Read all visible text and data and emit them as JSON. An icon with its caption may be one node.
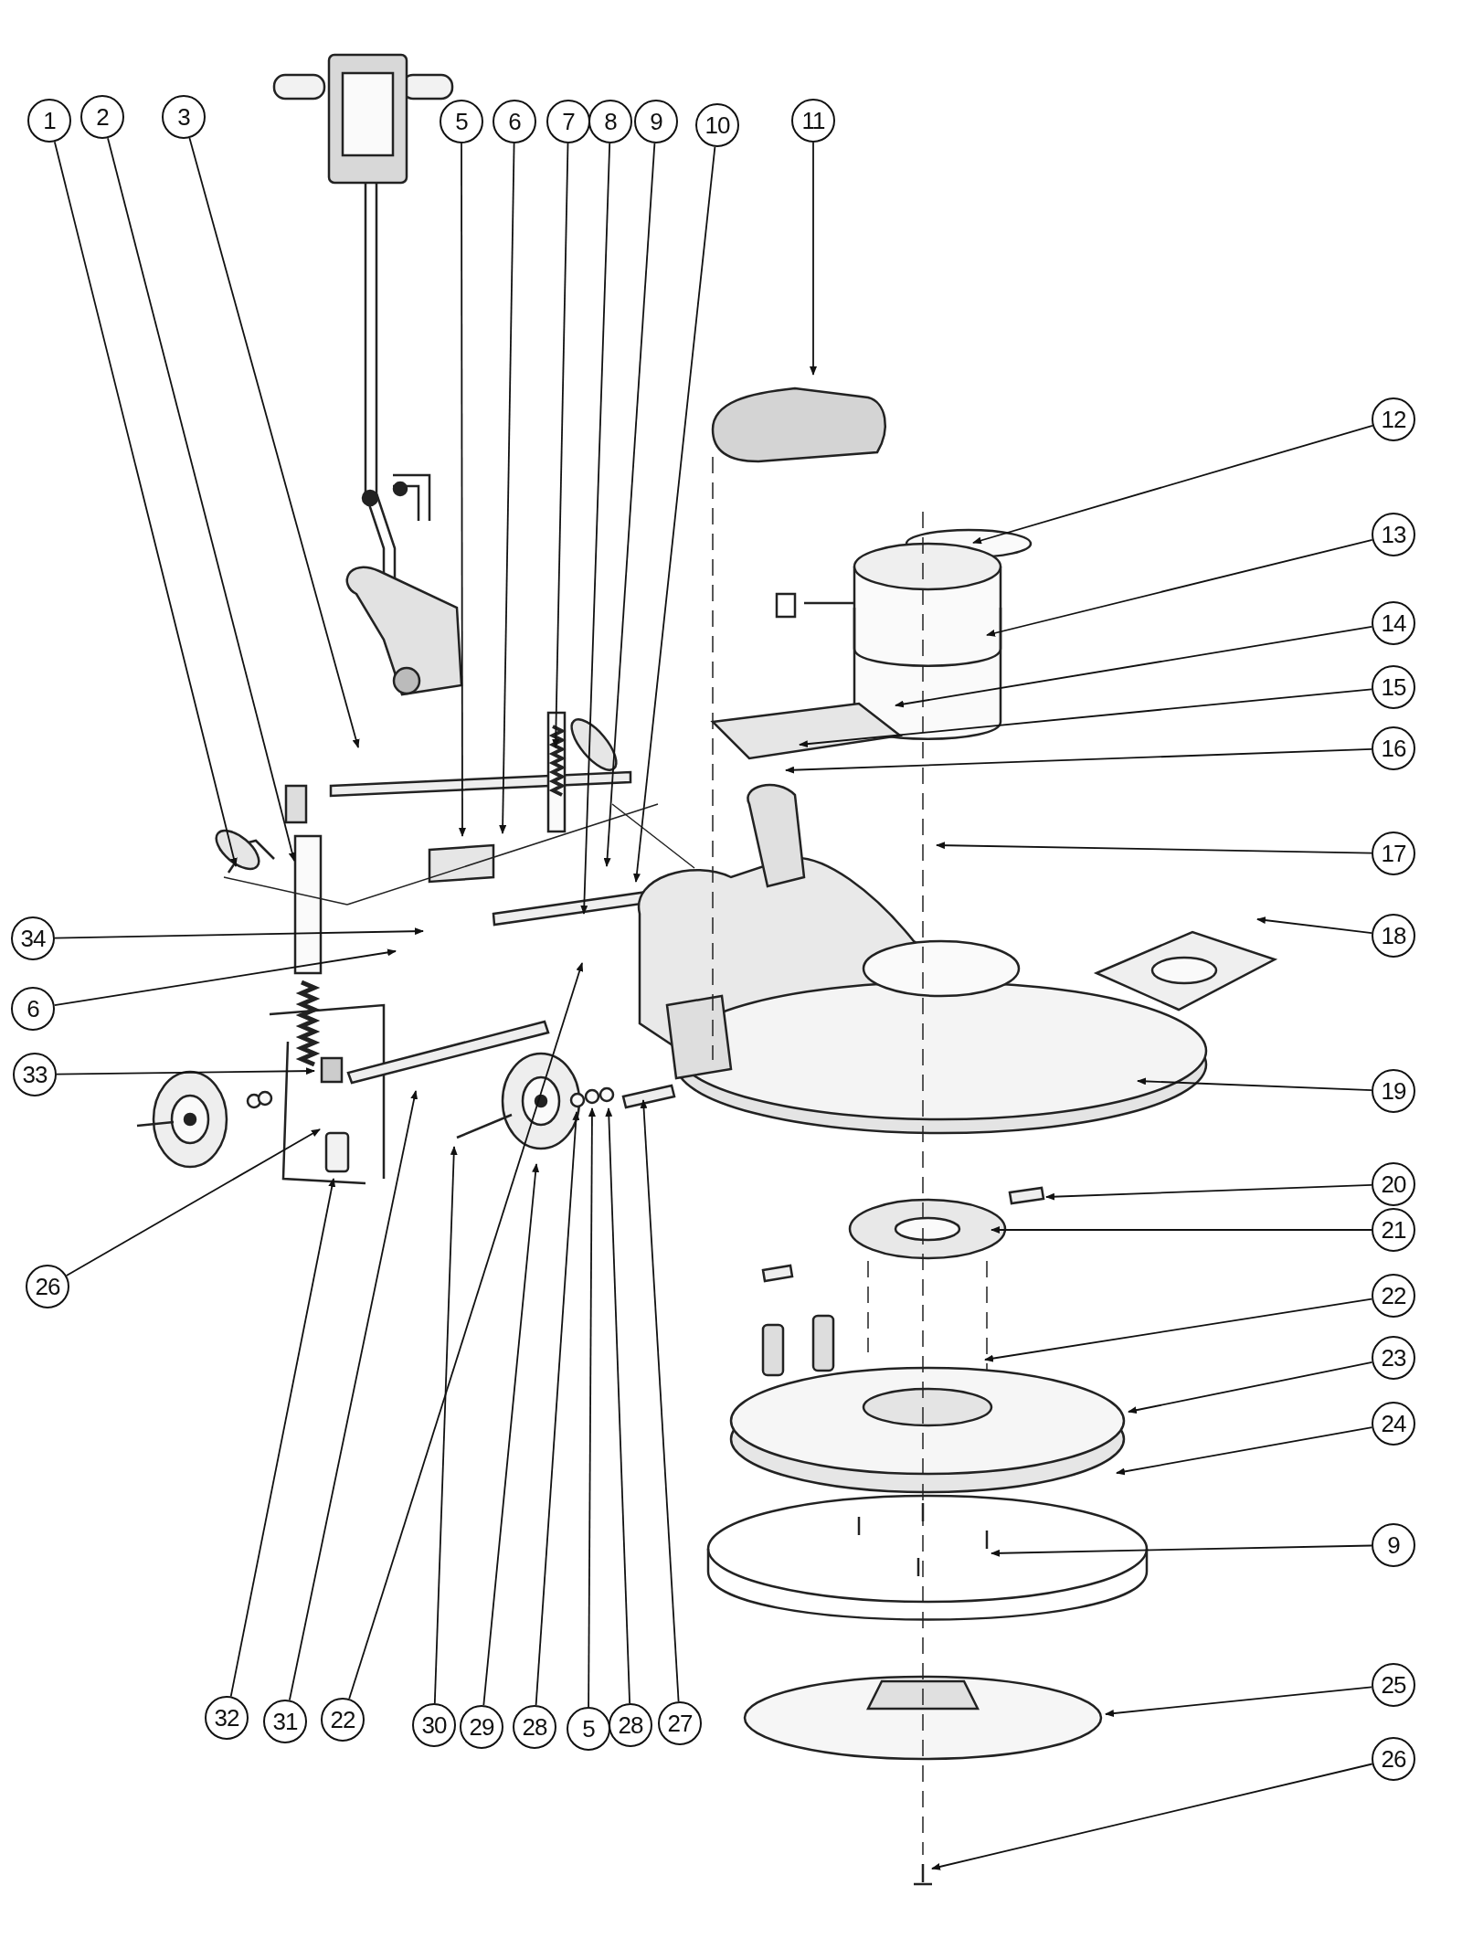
{
  "diagram": {
    "nodes": [
      {
        "text": [
          "1"
        ]
      },
      {
        "text": [
          "2"
        ]
      },
      {
        "text": [
          "3"
        ]
      },
      {
        "text": [
          "5"
        ]
      },
      {
        "text": [
          "6"
        ]
      },
      {
        "text": [
          "7"
        ]
      },
      {
        "text": [
          "8"
        ]
      },
      {
        "text": [
          "9"
        ]
      },
      {
        "text": [
          "10"
        ]
      },
      {
        "text": [
          "11"
        ]
      },
      {
        "text": [
          "12"
        ]
      },
      {
        "text": [
          "13"
        ]
      },
      {
        "text": [
          "14"
        ]
      },
      {
        "text": [
          "15"
        ]
      },
      {
        "text": [
          "16"
        ]
      },
      {
        "text": [
          "17"
        ]
      },
      {
        "text": [
          "18"
        ]
      },
      {
        "text": [
          "19"
        ]
      },
      {
        "text": [
          "20"
        ]
      },
      {
        "text": [
          "21"
        ]
      },
      {
        "text": [
          "22"
        ]
      },
      {
        "text": [
          "23"
        ]
      },
      {
        "text": [
          "24"
        ]
      },
      {
        "text": [
          "9"
        ]
      },
      {
        "text": [
          "25"
        ]
      },
      {
        "text": [
          "26"
        ]
      },
      {
        "text": [
          "34"
        ]
      },
      {
        "text": [
          "6"
        ]
      },
      {
        "text": [
          "33"
        ]
      },
      {
        "text": [
          "26"
        ]
      },
      {
        "text": [
          "32"
        ]
      },
      {
        "text": [
          "31"
        ]
      },
      {
        "text": [
          "22"
        ]
      },
      {
        "text": [
          "30"
        ]
      },
      {
        "text": [
          "29"
        ]
      },
      {
        "text": [
          "28"
        ]
      },
      {
        "text": [
          "5"
        ]
      },
      {
        "text": [
          "28"
        ]
      },
      {
        "text": [
          "27"
        ]
      }
    ],
    "edges": [
      {
        "from": 0,
        "to": null,
        "arrow": "to"
      },
      {
        "from": 1,
        "to": null,
        "arrow": "to"
      },
      {
        "from": 2,
        "to": null,
        "arrow": "to"
      },
      {
        "from": 3,
        "to": null,
        "arrow": "to"
      },
      {
        "from": 4,
        "to": null,
        "arrow": "to"
      },
      {
        "from": 5,
        "to": null,
        "arrow": "to"
      },
      {
        "from": 6,
        "to": null,
        "arrow": "to"
      },
      {
        "from": 7,
        "to": null,
        "arrow": "to"
      },
      {
        "from": 8,
        "to": null,
        "arrow": "to"
      },
      {
        "from": 9,
        "to": null,
        "arrow": "to"
      },
      {
        "from": 10,
        "to": null,
        "arrow": "to"
      },
      {
        "from": 11,
        "to": null,
        "arrow": "to"
      },
      {
        "from": 12,
        "to": null,
        "arrow": "to"
      },
      {
        "from": 13,
        "to": null,
        "arrow": "to"
      },
      {
        "from": 14,
        "to": null,
        "arrow": "to"
      },
      {
        "from": 15,
        "to": null,
        "arrow": "to"
      },
      {
        "from": 16,
        "to": null,
        "arrow": "to"
      },
      {
        "from": 17,
        "to": null,
        "arrow": "to"
      },
      {
        "from": 18,
        "to": null,
        "arrow": "to"
      },
      {
        "from": 19,
        "to": null,
        "arrow": "to"
      },
      {
        "from": 20,
        "to": null,
        "arrow": "to"
      },
      {
        "from": 21,
        "to": null,
        "arrow": "to"
      },
      {
        "from": 22,
        "to": null,
        "arrow": "to"
      },
      {
        "from": 23,
        "to": null,
        "arrow": "to"
      },
      {
        "from": 24,
        "to": null,
        "arrow": "to"
      },
      {
        "from": 25,
        "to": null,
        "arrow": "to"
      },
      {
        "from": 26,
        "to": null,
        "arrow": "to"
      },
      {
        "from": 27,
        "to": null,
        "arrow": "to"
      },
      {
        "from": 28,
        "to": null,
        "arrow": "to"
      },
      {
        "from": 29,
        "to": null,
        "arrow": "to"
      },
      {
        "from": 30,
        "to": null,
        "arrow": "to"
      },
      {
        "from": 31,
        "to": null,
        "arrow": "to"
      },
      {
        "from": 32,
        "to": null,
        "arrow": "to"
      },
      {
        "from": 33,
        "to": null,
        "arrow": "to"
      },
      {
        "from": 34,
        "to": null,
        "arrow": "to"
      },
      {
        "from": 35,
        "to": null,
        "arrow": "to"
      },
      {
        "from": 36,
        "to": null,
        "arrow": "to"
      },
      {
        "from": 37,
        "to": null,
        "arrow": "to"
      },
      {
        "from": 38,
        "to": null,
        "arrow": "to"
      }
    ]
  }
}
